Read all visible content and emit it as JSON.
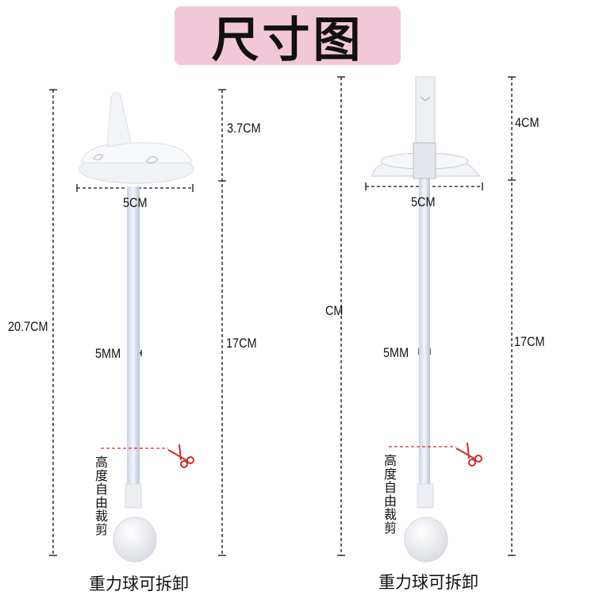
{
  "title": "尺寸图",
  "colors": {
    "title_bg": "#f2c8d8",
    "cut_line": "#d12b2b",
    "dimension_line": "#111111"
  },
  "left_product": {
    "total_height": "20.7CM",
    "top_height": "3.7CM",
    "lid_width": "5CM",
    "straw_diameter": "5MM",
    "straw_length": "17CM",
    "cut_note": "高度自由裁剪",
    "caption": "重力球可拆卸",
    "cut_icon": "scissors-icon"
  },
  "right_product": {
    "total_height_partial": "CM",
    "top_height": "4CM",
    "lid_width": "5CM",
    "straw_diameter": "5MM",
    "straw_length": "17CM",
    "cut_note": "高度自由裁剪",
    "caption": "重力球可拆卸",
    "cut_icon": "scissors-icon"
  }
}
